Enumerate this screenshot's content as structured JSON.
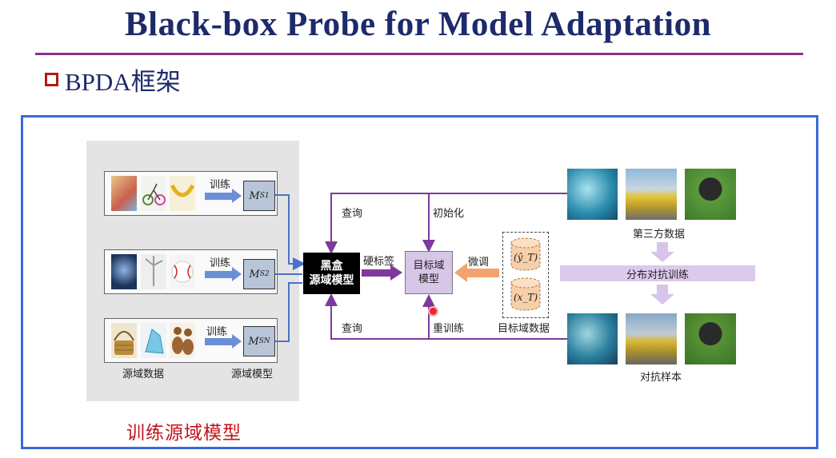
{
  "header": {
    "title": "Black-box Probe for Model Adaptation",
    "subtitle": "BPDA框架"
  },
  "diagram": {
    "source_rows": [
      {
        "train_label": "训练",
        "model": "M",
        "subscript": "S1"
      },
      {
        "train_label": "训练",
        "model": "M",
        "subscript": "S2"
      },
      {
        "train_label": "训练",
        "model": "M",
        "subscript": "SN"
      }
    ],
    "source_data_label": "源域数据",
    "source_model_label": "源域模型",
    "train_source_caption": "训练源域模型",
    "blackbox": {
      "line1": "黑盒",
      "line2": "源域模型"
    },
    "target_model": {
      "line1": "目标域",
      "line2": "模型"
    },
    "query_top": "查询",
    "query_bottom": "查询",
    "hard_label": "硬标签",
    "init_label": "初始化",
    "finetune_label": "微调",
    "retrain_label": "重训练",
    "target_data_label": "目标域数据",
    "cyl_top": "(ŷ_T)",
    "cyl_bottom": "(x_T)",
    "third_party_label": "第三方数据",
    "adv_train_label": "分布对抗训练",
    "adv_samples_label": "对抗样本",
    "colors": {
      "flow_purple": "#7d3a9c",
      "flow_blue": "#4a72c8",
      "finetune_orange": "#f2a36f",
      "bar_lavender": "#ddc9ec"
    }
  }
}
